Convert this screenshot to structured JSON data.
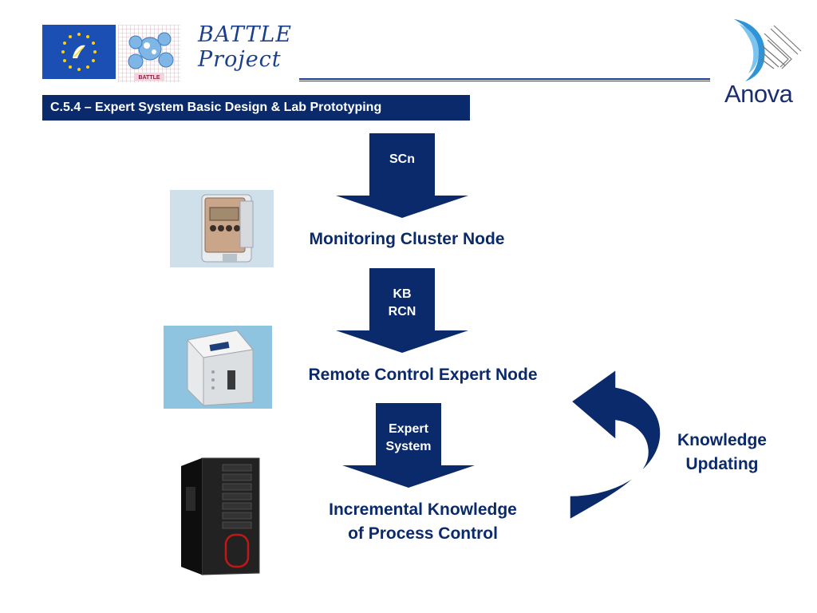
{
  "header": {
    "project_line1": "BATTLE",
    "project_line2": "Project",
    "partner_logo_text": "Anova",
    "section_title": "C.5.4 – Expert System Basic Design & Lab Prototyping"
  },
  "diagram": {
    "arrows": [
      {
        "line1": "SCn",
        "line2": ""
      },
      {
        "line1": "KB",
        "line2": "RCN"
      },
      {
        "line1": "Expert",
        "line2": "System"
      }
    ],
    "nodes": [
      {
        "line1": "Monitoring Cluster Node",
        "line2": ""
      },
      {
        "line1": "Remote Control Expert Node",
        "line2": ""
      },
      {
        "line1": "Incremental Knowledge",
        "line2": "of Process Control"
      }
    ],
    "feedback": {
      "line1": "Knowledge",
      "line2": "Updating"
    }
  },
  "colors": {
    "navy": "#0a2a6b",
    "arrow_fill": "#0a2a6b",
    "text_blue": "#1a3f8f"
  },
  "icons": [
    "eu-life-flag-icon",
    "battle-logo-icon",
    "anova-logo-icon"
  ]
}
